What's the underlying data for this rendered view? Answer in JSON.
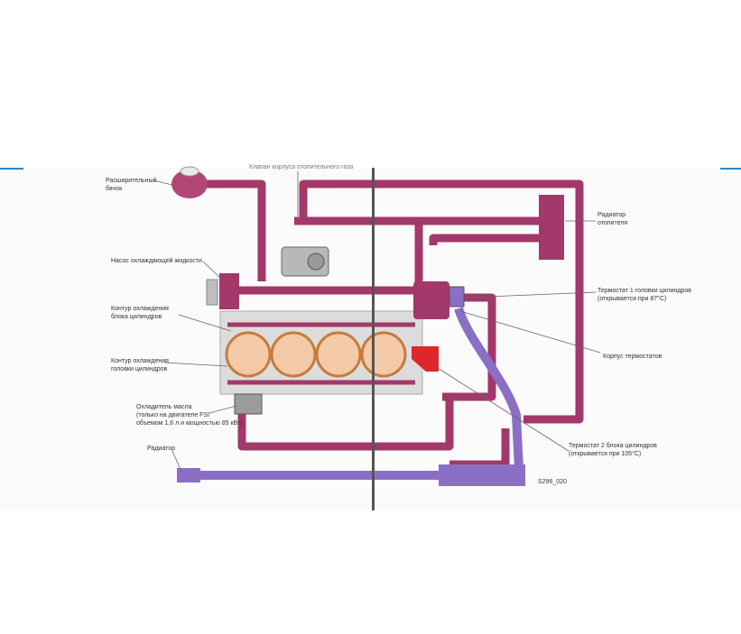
{
  "labels": {
    "expansion_tank": "Расширительный\nбачок",
    "top_cutoff": "Клапан корпуса отопительного газа",
    "heater_radiator": "Радиатор\nотопителя",
    "coolant_pump": "Насос охлаждающей жидкости",
    "block_circuit": "Контур охлаждения\nблока цилиндров",
    "head_circuit": "Контур охлаждения\nголовки цилиндров",
    "oil_cooler": "Охладитель масла\n(только на двигателе FSI\nобъемом 1,6 л и мощностью 85 кВт)",
    "radiator": "Радиатор",
    "thermostat1": "Термостат 1 головки цилиндров\n(открывается при 87°С)",
    "thermostat_housing": "Корпус термостатов",
    "thermostat2": "Термостат 2 блока цилиндров\n(открывается при 105°С)",
    "figure_code": "S296_020"
  },
  "colors": {
    "hot_pipe": "#a3386a",
    "hot_pipe_light": "#c9578b",
    "cold_pipe": "#8a6fc4",
    "thermostat_red": "#e0262a",
    "engine_block": "#dcdcdc",
    "cylinder": "#f3c9a8",
    "divider": "#555555",
    "accent_dash": "#2e86c8"
  }
}
